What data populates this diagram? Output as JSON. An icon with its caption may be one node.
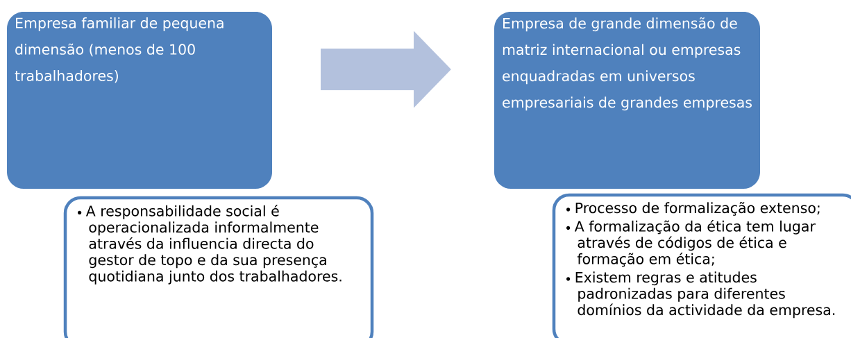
{
  "diagram": {
    "nodes": [
      {
        "text": [
          "Empresa familiar de pequena dimensão (menos de 100 trabalhadores)"
        ]
      },
      {
        "text": [
          "A responsabilidade social é operacionalizada informalmente através da influencia directa do gestor de topo e da sua presença quotidiana junto dos trabalhadores."
        ]
      },
      {
        "text": [
          "Empresa de grande dimensão de matriz internacional ou empresas enquadradas em universos empresariais de grandes empresas"
        ]
      },
      {
        "text": [
          "Processo de formalização extenso;",
          "A formalização da ética tem lugar através de códigos de ética e formação em ética;",
          "Existem regras e atitudes padronizadas para diferentes domínios da actividade da empresa."
        ]
      }
    ],
    "edges": [
      {
        "from": 0,
        "to": 2,
        "arrow": "to"
      }
    ]
  }
}
